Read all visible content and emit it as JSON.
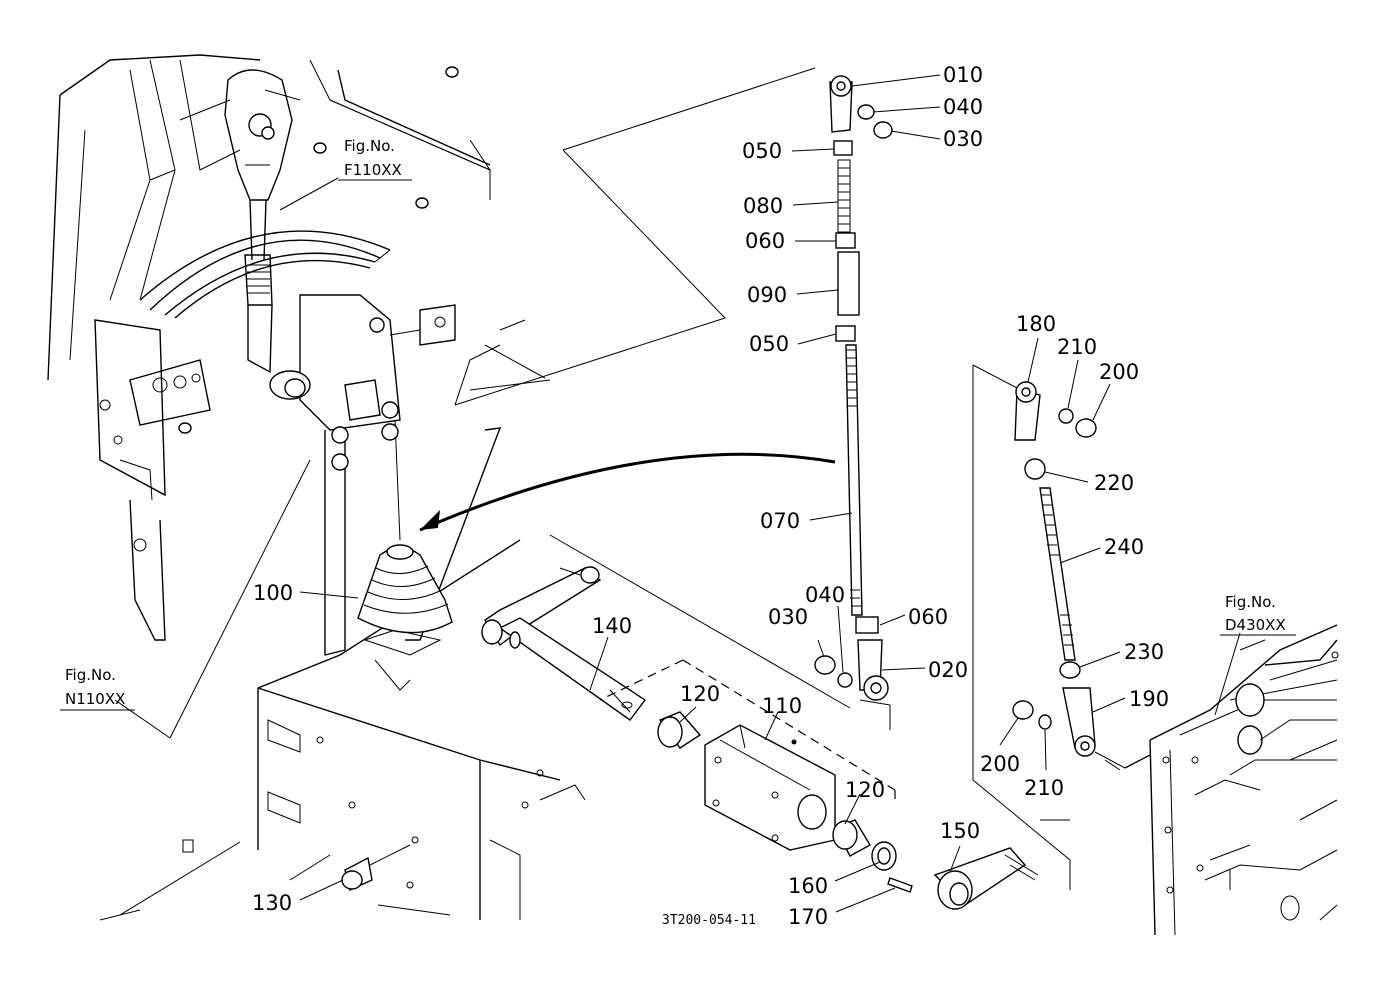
{
  "drawing_code": "3T200-054-11",
  "fig_refs": {
    "f110": {
      "label": "Fig.No.",
      "code": "F110XX"
    },
    "n110": {
      "label": "Fig.No.",
      "code": "N110XX"
    },
    "d430": {
      "label": "Fig.No.",
      "code": "D430XX"
    }
  },
  "parts": {
    "p010": "010",
    "p040a": "040",
    "p030a": "030",
    "p050a": "050",
    "p080": "080",
    "p060a": "060",
    "p090": "090",
    "p050b": "050",
    "p070": "070",
    "p040b": "040",
    "p030b": "030",
    "p060b": "060",
    "p020": "020",
    "p180": "180",
    "p210a": "210",
    "p200a": "200",
    "p220": "220",
    "p240": "240",
    "p230": "230",
    "p190": "190",
    "p200b": "200",
    "p210b": "210",
    "p100": "100",
    "p140": "140",
    "p120a": "120",
    "p110": "110",
    "p120b": "120",
    "p160": "160",
    "p170": "170",
    "p150": "150",
    "p130": "130"
  }
}
